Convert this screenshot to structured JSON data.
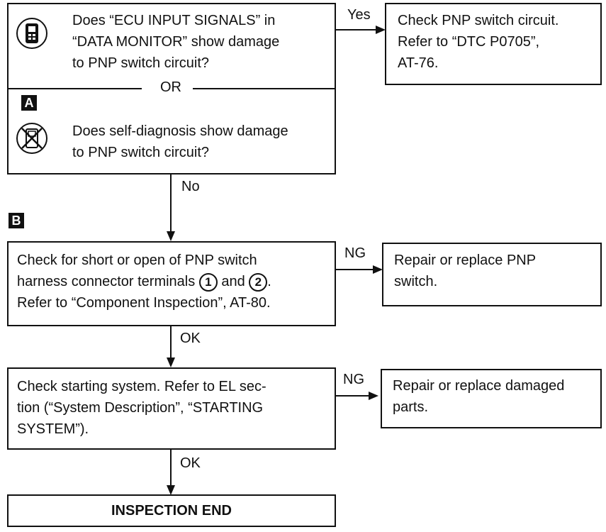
{
  "question_box": {
    "consult_text": "Does “ECU INPUT SIGNALS” in\n“DATA MONITOR” show damage\nto PNP switch circuit?",
    "or_label": "OR",
    "badge_a": "A",
    "self_diag_text": "Does self-diagnosis show damage\nto PNP switch circuit?"
  },
  "yes_branch": {
    "label": "Yes",
    "result_text": "Check PNP switch circuit.\nRefer to “DTC P0705”,\nAT-76."
  },
  "no_label": "No",
  "badge_b": "B",
  "step_b": {
    "text_line1": "Check for short or open of PNP switch",
    "text_line2_pre": "harness connector terminals",
    "terminal_1": "1",
    "text_and": "and",
    "terminal_2": "2",
    "text_line3": "Refer to “Component Inspection”, AT-80.",
    "ng_label": "NG",
    "ng_result": "Repair or replace PNP\nswitch.",
    "ok_label": "OK"
  },
  "step_c": {
    "text": "Check starting system. Refer to EL sec-\ntion (“System Description”, “STARTING\nSYSTEM”).",
    "ng_label": "NG",
    "ng_result": "Repair or replace damaged\nparts.",
    "ok_label": "OK"
  },
  "end_box": {
    "text": "INSPECTION END"
  },
  "icons": {
    "consult": "consult-tester-icon",
    "no_tools": "no-tools-icon"
  }
}
